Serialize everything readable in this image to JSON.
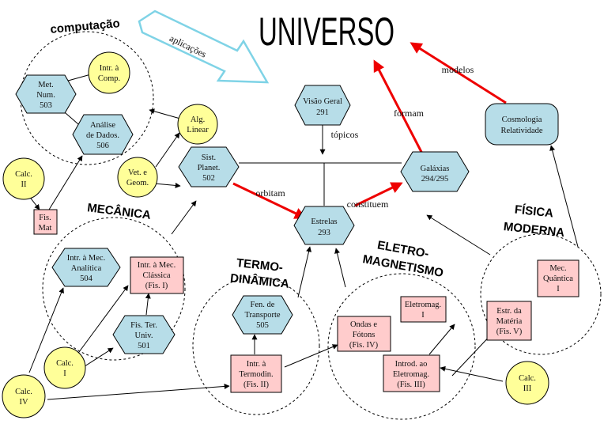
{
  "title": "UNIVERSO",
  "colors": {
    "yellow": "#ffff99",
    "hexagon": "#b7dde8",
    "pink": "#ffcccc",
    "red_arrow": "#ee0000",
    "black": "#000000"
  },
  "groups": {
    "computacao": "computação",
    "mecanica": "MECÂNICA",
    "termo": [
      "TERMO-",
      "DINÂMICA"
    ],
    "eletro": [
      "ELETRO-",
      "MAGNETISMO"
    ],
    "fisica": [
      "FÍSICA",
      "MODERNA"
    ]
  },
  "nodes": {
    "intr_comp": [
      "Intr. à",
      "Comp."
    ],
    "met_num": [
      "Met.",
      "Num.",
      "503"
    ],
    "analise": [
      "Análise",
      "de Dados.",
      "506"
    ],
    "alg_linear": [
      "Alg.",
      "Linear"
    ],
    "calc_ii": [
      "Calc.",
      "II"
    ],
    "fis_mat": [
      "Fis.",
      "Mat"
    ],
    "vet_geom": [
      "Vet. e",
      "Geom."
    ],
    "sist_planet": [
      "Sist.",
      "Planet.",
      "502"
    ],
    "visao_geral": [
      "Visão Geral",
      "291"
    ],
    "galaxias": [
      "Galáxias",
      "294/295"
    ],
    "estrelas": [
      "Estrelas",
      "293"
    ],
    "cosmologia": [
      "Cosmologia",
      "Relatividade"
    ],
    "intr_mec_analitica": [
      "Intr. à Mec.",
      "Analítica",
      "504"
    ],
    "intr_mec_classica": [
      "Intr. à Mec.",
      "Clássica",
      "(Fis. I)"
    ],
    "fis_ter_univ": [
      "Fis. Ter.",
      "Univ.",
      "501"
    ],
    "calc_i": [
      "Calc.",
      "I"
    ],
    "calc_iv": [
      "Calc.",
      "IV"
    ],
    "fen_transporte": [
      "Fen. de",
      "Transporte",
      "505"
    ],
    "intr_termodin": [
      "Intr. à",
      "Termodin.",
      "(Fis. II)"
    ],
    "ondas_fotons": [
      "Ondas e",
      "Fótons",
      "(Fis. IV)"
    ],
    "eletromag_i": [
      "Eletromag.",
      "I"
    ],
    "introd_eletromag": [
      "Introd. ao",
      "Eletromag.",
      "(Fis. III)"
    ],
    "mec_quantica": [
      "Mec.",
      "Quântica",
      "I"
    ],
    "estr_materia": [
      "Estr. da",
      "Matéria",
      "(Fis. V)"
    ],
    "calc_iii": [
      "Calc.",
      "III"
    ]
  },
  "edge_labels": {
    "aplicacoes": "aplicações",
    "modelos": "modelos",
    "formam": "formam",
    "topicos": "tópicos",
    "orbitam": "orbitam",
    "constituem": "constituem"
  }
}
